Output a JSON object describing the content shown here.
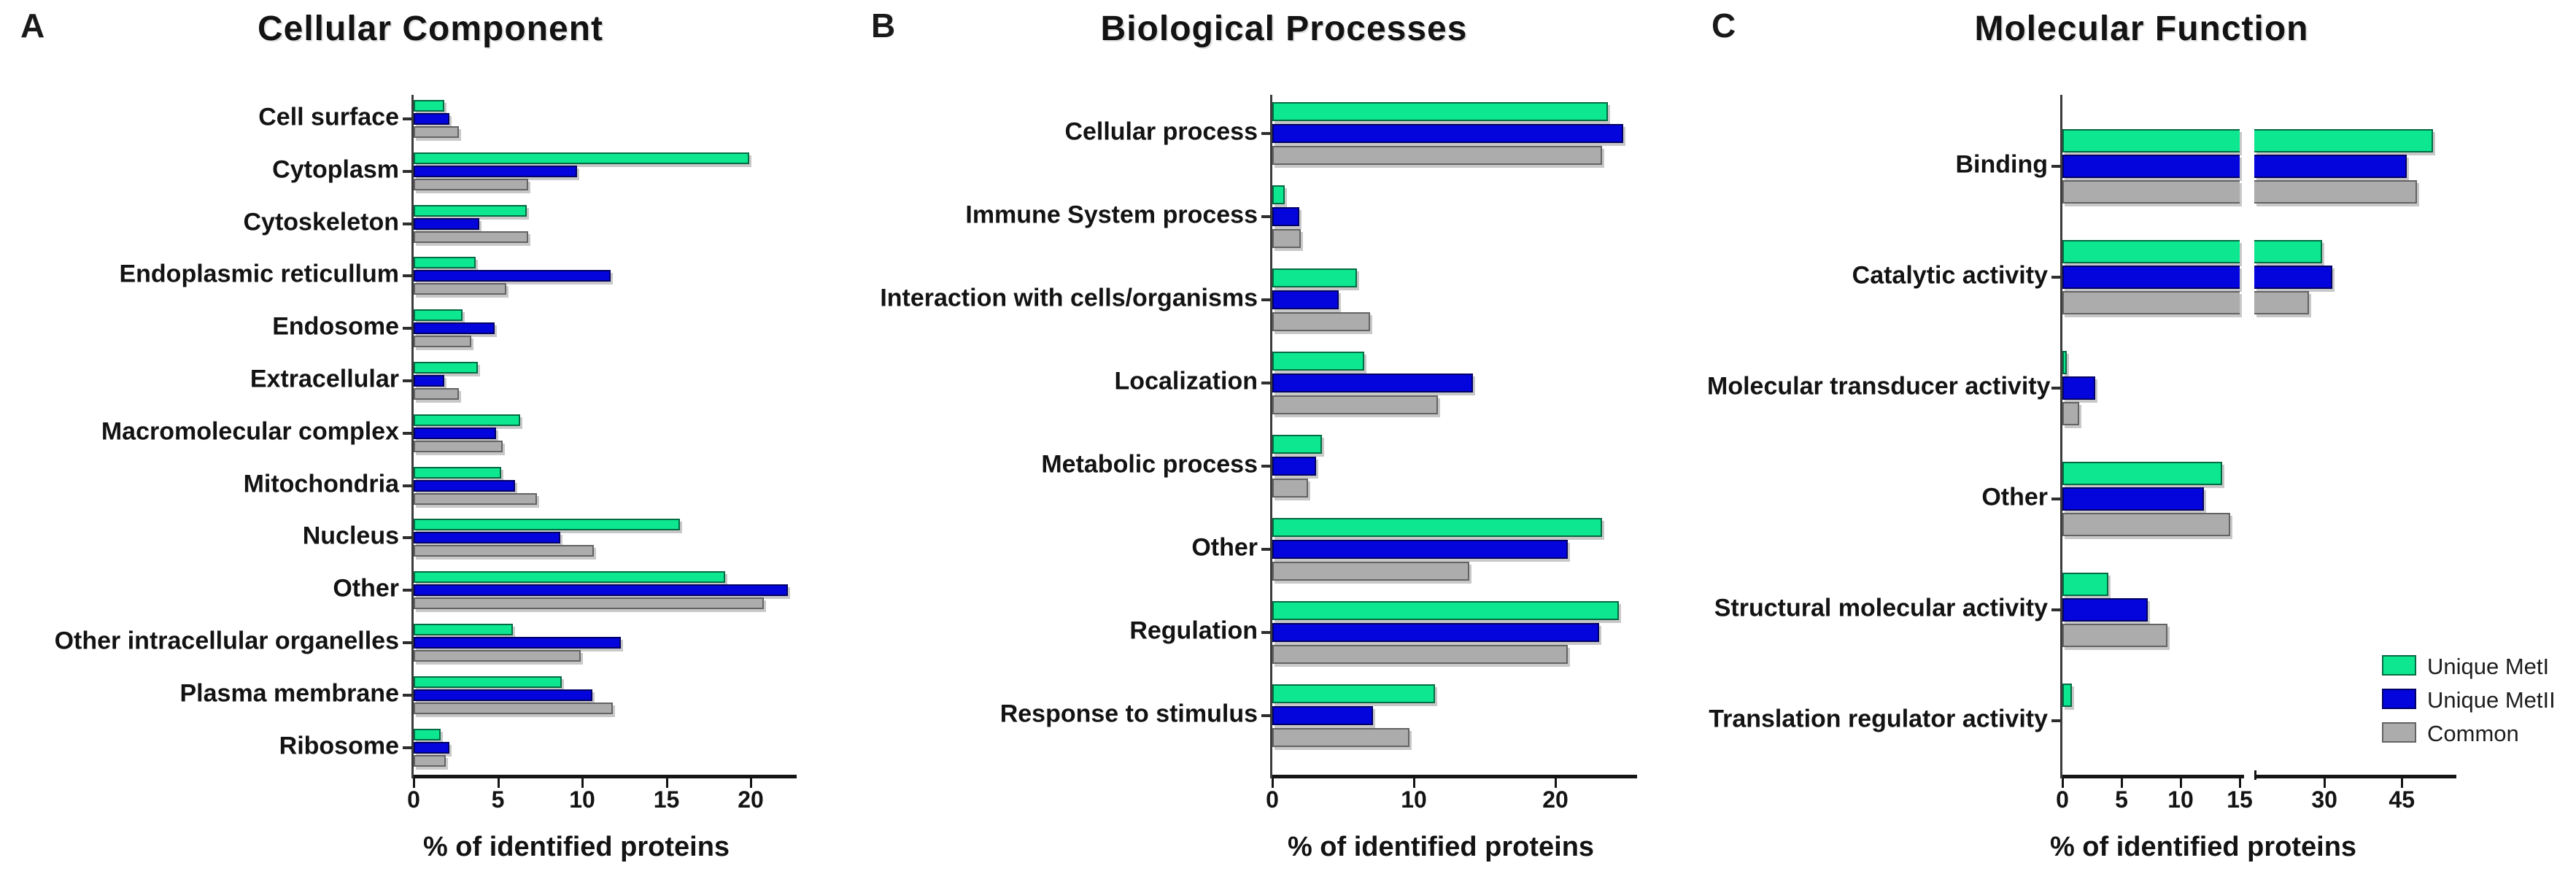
{
  "legend": {
    "items": [
      {
        "label": "Unique MetI",
        "color": "#0DE890",
        "edge": "#046b43"
      },
      {
        "label": "Unique MetII",
        "color": "#0404DD",
        "edge": "#010166"
      },
      {
        "label": "Common",
        "color": "#ACACAC",
        "edge": "#636363"
      }
    ]
  },
  "chart_data": [
    {
      "type": "bar",
      "panel_label": "A",
      "title": "Cellular Component",
      "orientation": "horizontal",
      "xlabel": "% of identified proteins",
      "xticks": [
        0,
        5,
        10,
        15,
        20
      ],
      "xlim": [
        0,
        22.7
      ],
      "grid": false,
      "legend_position": "none",
      "categories": [
        "Cell surface",
        "Cytoplasm",
        "Cytoskeleton",
        "Endoplasmic reticullum",
        "Endosome",
        "Extracellular",
        "Macromolecular complex",
        "Mitochondria",
        "Nucleus",
        "Other",
        "Other intracellular organelles",
        "Plasma membrane",
        "Ribosome"
      ],
      "series": [
        {
          "name": "Unique MetI",
          "color": "#0DE890",
          "edge": "#046b43",
          "values": [
            1.8,
            19.9,
            6.7,
            3.7,
            2.9,
            3.8,
            6.3,
            5.2,
            15.8,
            18.5,
            5.9,
            8.8,
            1.6
          ]
        },
        {
          "name": "Unique MetII",
          "color": "#0404DD",
          "edge": "#010166",
          "values": [
            2.1,
            9.7,
            3.9,
            11.7,
            4.8,
            1.8,
            4.9,
            6.0,
            8.7,
            22.2,
            12.3,
            10.6,
            2.1
          ]
        },
        {
          "name": "Common",
          "color": "#ACACAC",
          "edge": "#636363",
          "values": [
            2.7,
            6.8,
            6.8,
            5.5,
            3.4,
            2.7,
            5.3,
            7.3,
            10.7,
            20.8,
            9.9,
            11.8,
            1.9
          ]
        }
      ]
    },
    {
      "type": "bar",
      "panel_label": "B",
      "title": "Biological Processes",
      "orientation": "horizontal",
      "xlabel": "% of identified proteins",
      "xticks": [
        0,
        10,
        20
      ],
      "xlim": [
        0,
        25.8
      ],
      "grid": false,
      "legend_position": "none",
      "categories": [
        "Cellular process",
        "Immune System process",
        "Interaction with cells/organisms",
        "Localization",
        "Metabolic process",
        "Other",
        "Regulation",
        "Response to stimulus"
      ],
      "series": [
        {
          "name": "Unique MetI",
          "color": "#0DE890",
          "edge": "#046b43",
          "values": [
            23.7,
            0.9,
            6.0,
            6.5,
            3.5,
            23.3,
            24.5,
            11.5
          ]
        },
        {
          "name": "Unique MetII",
          "color": "#0404DD",
          "edge": "#010166",
          "values": [
            24.8,
            1.9,
            4.7,
            14.2,
            3.1,
            20.9,
            23.1,
            7.1
          ]
        },
        {
          "name": "Common",
          "color": "#ACACAC",
          "edge": "#636363",
          "values": [
            23.3,
            2.0,
            6.9,
            11.7,
            2.5,
            13.9,
            20.9,
            9.7
          ]
        }
      ]
    },
    {
      "type": "bar",
      "panel_label": "C",
      "title": "Molecular Function",
      "orientation": "horizontal",
      "xlabel": "% of identified proteins",
      "xticks": [
        0,
        5,
        10,
        15,
        30,
        45
      ],
      "xlim": [
        0,
        55
      ],
      "axis_break": {
        "after_value": 15,
        "resume_value": 16.4
      },
      "grid": false,
      "legend_position": "lower right",
      "categories": [
        "Binding",
        "Catalytic activity",
        "Molecular transducer activity",
        "Other",
        "Structural molecular activity",
        "Translation regulator activity"
      ],
      "series": [
        {
          "name": "Unique MetI",
          "color": "#0DE890",
          "edge": "#046b43",
          "values": [
            51.0,
            29.5,
            0.4,
            13.5,
            3.9,
            0.8
          ]
        },
        {
          "name": "Unique MetII",
          "color": "#0404DD",
          "edge": "#010166",
          "values": [
            46.0,
            31.5,
            2.8,
            12.0,
            7.2,
            0
          ]
        },
        {
          "name": "Common",
          "color": "#ACACAC",
          "edge": "#636363",
          "values": [
            48.0,
            27.0,
            1.4,
            14.2,
            8.9,
            0
          ]
        }
      ]
    }
  ]
}
